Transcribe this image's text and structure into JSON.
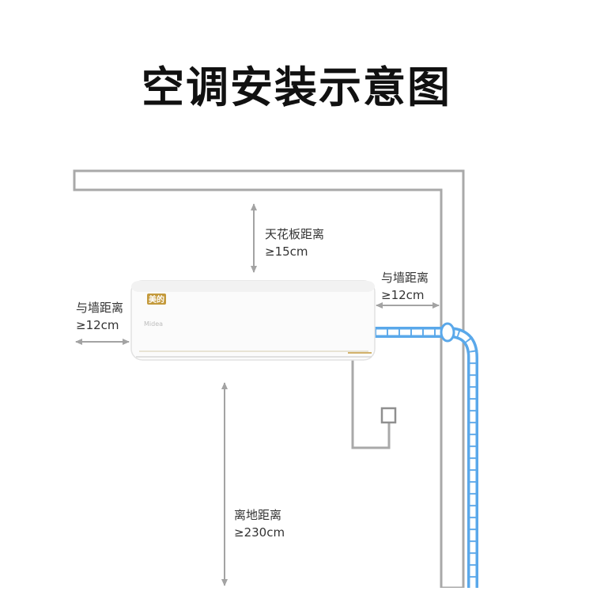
{
  "title": "空调安装示意图",
  "brand_logo": "美的",
  "brand_name": "Midea",
  "colors": {
    "wall": "#a9a9a9",
    "arrow": "#a3a3a3",
    "pipe": "#5aa8ea",
    "unit_accent": "#c49a3c"
  },
  "labels": {
    "ceiling": {
      "name": "天花板距离",
      "value": "≥15cm"
    },
    "wall_right": {
      "name": "与墙距离",
      "value": "≥12cm"
    },
    "wall_left": {
      "name": "与墙距离",
      "value": "≥12cm"
    },
    "floor": {
      "name": "离地距离",
      "value": "≥230cm"
    }
  }
}
